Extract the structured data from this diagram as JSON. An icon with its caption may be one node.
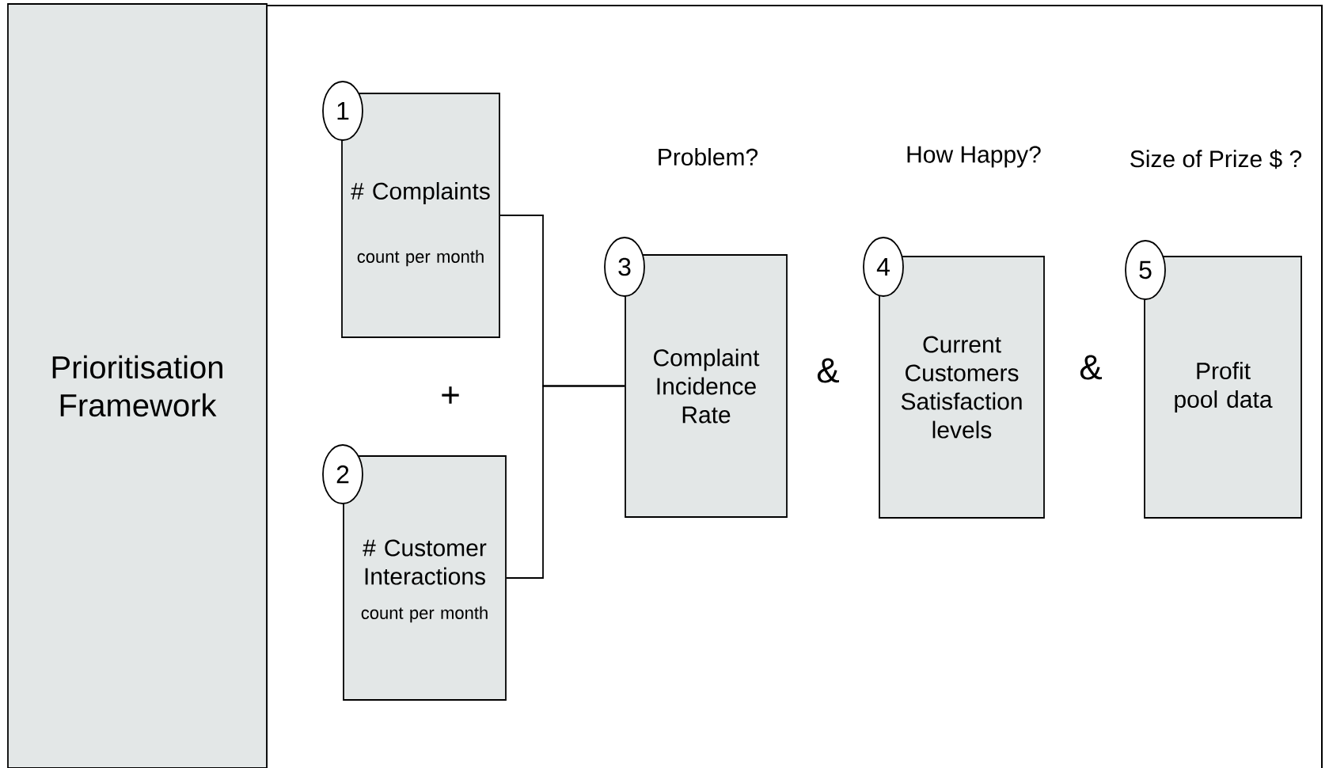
{
  "diagram": {
    "nodes": [
      {
        "text": [
          "Prioritisation Framework"
        ]
      },
      {
        "text": [
          "1"
        ]
      },
      {
        "text": [
          "# Complaints",
          "count per month"
        ]
      },
      {
        "text": [
          "2"
        ]
      },
      {
        "text": [
          "# Customer Interactions",
          "count per  month"
        ]
      },
      {
        "text": [
          "3"
        ]
      },
      {
        "text": [
          "Complaint Incidence Rate"
        ]
      },
      {
        "text": [
          "4"
        ]
      },
      {
        "text": [
          "Current Customers Satisfaction levels"
        ]
      },
      {
        "text": [
          "5"
        ]
      },
      {
        "text": [
          "Profit pool data"
        ]
      }
    ],
    "edges": [
      {
        "from": 2,
        "to": 6,
        "arrow": "none"
      },
      {
        "from": 4,
        "to": 6,
        "arrow": "none"
      }
    ],
    "labels": [
      "+",
      "Problem?",
      "How Happy?",
      "Size of Prize $ ?",
      "&",
      "&"
    ]
  }
}
